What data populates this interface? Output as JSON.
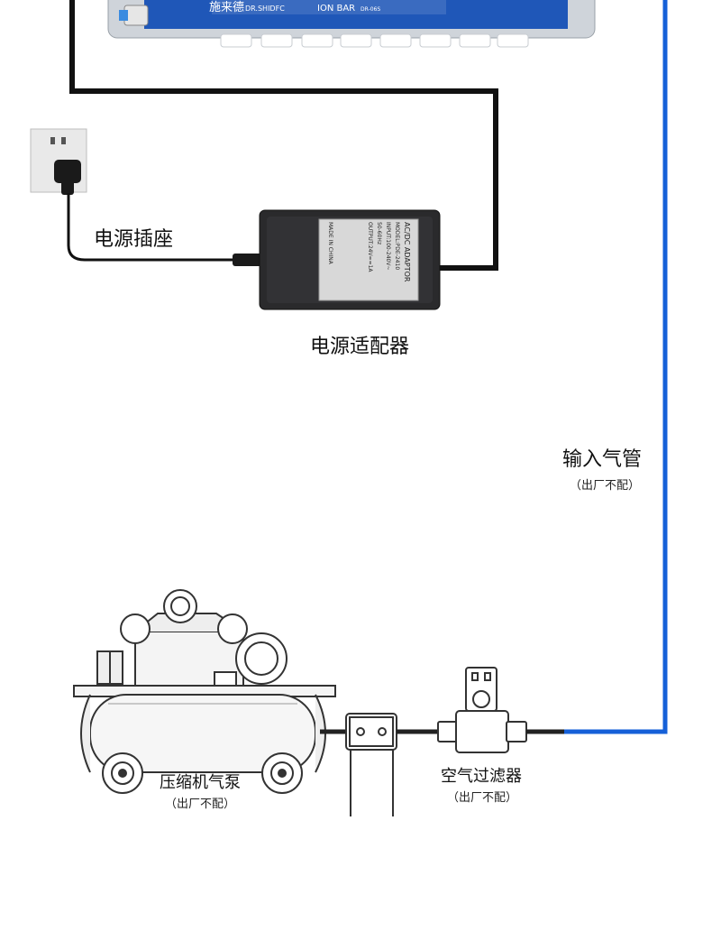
{
  "device": {
    "brand_cn": "施来德",
    "brand_en": "DR.SHIDFC",
    "model_name": "ION BAR",
    "model_code": "DR-06S"
  },
  "adapter_label": {
    "title": "AC/DC ADAPTOR",
    "model": "MODEL:PDE-2410",
    "input": "INPUT:100-240V~",
    "freq": "50-60Hz",
    "output": "OUTPUT:24V==1A",
    "origin": "MADE IN CHINA"
  },
  "labels": {
    "power_socket": "电源插座",
    "power_adapter": "电源适配器",
    "input_air_pipe": "输入气管",
    "input_air_pipe_note": "（出厂不配）",
    "compressor": "压缩机气泵",
    "compressor_note": "（出厂不配）",
    "air_filter": "空气过滤器",
    "air_filter_note": "（出厂不配）"
  },
  "colors": {
    "air_pipe": "#1560d8",
    "power_cable": "#111111",
    "adapter_body": "#2a2a2c",
    "device_face": "#1f57b8"
  }
}
